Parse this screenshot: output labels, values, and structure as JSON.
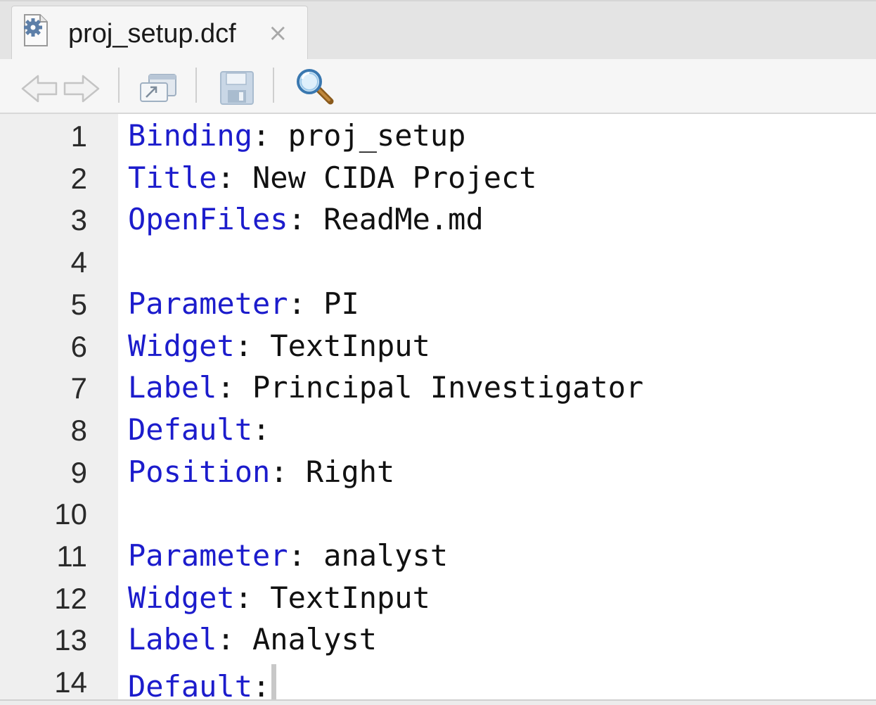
{
  "tab": {
    "title": "proj_setup.dcf",
    "close_glyph": "×",
    "icon": "gear-file-icon"
  },
  "toolbar": {
    "buttons": [
      {
        "name": "back-arrow-icon"
      },
      {
        "name": "forward-arrow-icon"
      },
      {
        "name": "show-in-new-window-icon"
      },
      {
        "name": "save-icon"
      },
      {
        "name": "find-magnifier-icon"
      }
    ]
  },
  "editor": {
    "key_color": "#1c1ccc",
    "lines": [
      {
        "num": "1",
        "key": "Binding",
        "sep": ": ",
        "value": "proj_setup"
      },
      {
        "num": "2",
        "key": "Title",
        "sep": ": ",
        "value": "New CIDA Project"
      },
      {
        "num": "3",
        "key": "OpenFiles",
        "sep": ": ",
        "value": "ReadMe.md"
      },
      {
        "num": "4",
        "key": "",
        "sep": "",
        "value": ""
      },
      {
        "num": "5",
        "key": "Parameter",
        "sep": ": ",
        "value": "PI"
      },
      {
        "num": "6",
        "key": "Widget",
        "sep": ": ",
        "value": "TextInput"
      },
      {
        "num": "7",
        "key": "Label",
        "sep": ": ",
        "value": "Principal Investigator"
      },
      {
        "num": "8",
        "key": "Default",
        "sep": ":",
        "value": ""
      },
      {
        "num": "9",
        "key": "Position",
        "sep": ": ",
        "value": "Right"
      },
      {
        "num": "10",
        "key": "",
        "sep": "",
        "value": ""
      },
      {
        "num": "11",
        "key": "Parameter",
        "sep": ": ",
        "value": "analyst"
      },
      {
        "num": "12",
        "key": "Widget",
        "sep": ": ",
        "value": "TextInput"
      },
      {
        "num": "13",
        "key": "Label",
        "sep": ": ",
        "value": "Analyst"
      },
      {
        "num": "14",
        "key": "Default",
        "sep": ":",
        "value": ""
      }
    ]
  }
}
